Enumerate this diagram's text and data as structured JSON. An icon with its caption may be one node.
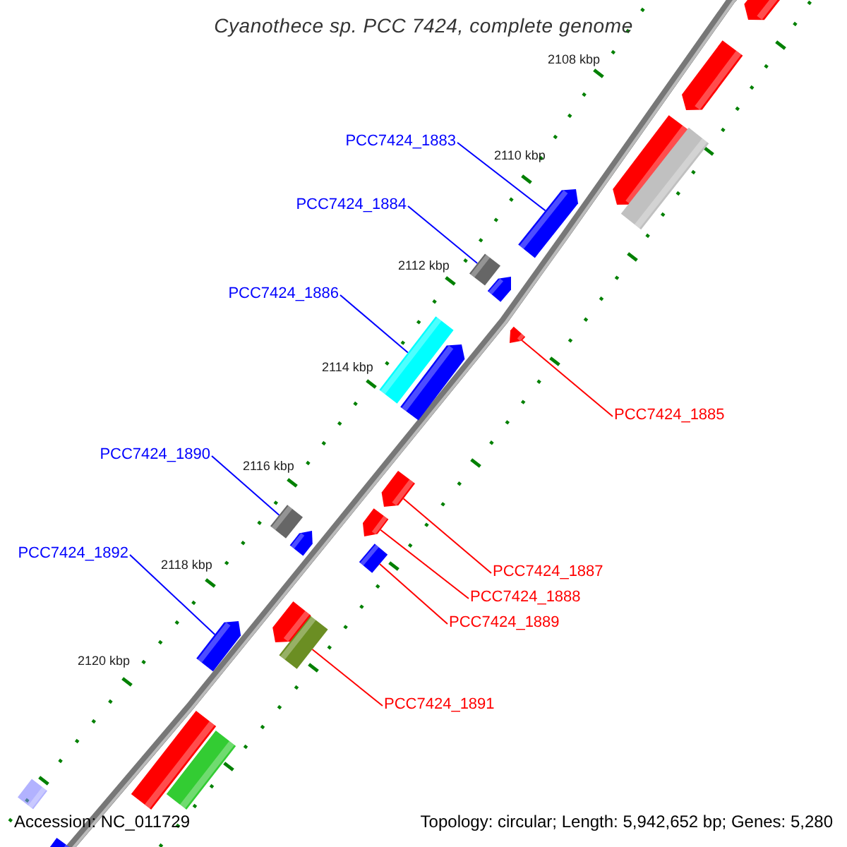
{
  "diagram": {
    "title": "Cyanothece sp. PCC 7424, complete genome",
    "nodes": [
      {
        "text": [
          "PCC7424_1883"
        ]
      },
      {
        "text": [],
        "shape": "arrow"
      },
      {
        "text": [
          "PCC7424_1884"
        ]
      },
      {
        "text": [],
        "shape": "bar"
      },
      {
        "text": [
          "PCC7424_1885"
        ]
      },
      {
        "text": [],
        "shape": "arrow"
      },
      {
        "text": [
          "PCC7424_1886"
        ]
      },
      {
        "text": [],
        "shape": "bar"
      },
      {
        "text": [
          "PCC7424_1887"
        ]
      },
      {
        "text": [],
        "shape": "arrow"
      },
      {
        "text": [
          "PCC7424_1888"
        ]
      },
      {
        "text": [],
        "shape": "arrow"
      },
      {
        "text": [
          "PCC7424_1889"
        ]
      },
      {
        "text": [],
        "shape": "bar"
      },
      {
        "text": [
          "PCC7424_1890"
        ]
      },
      {
        "text": [],
        "shape": "bar"
      },
      {
        "text": [
          "PCC7424_1891"
        ]
      },
      {
        "text": [],
        "shape": "bar"
      },
      {
        "text": [
          "PCC7424_1892"
        ]
      },
      {
        "text": [],
        "shape": "arrow"
      },
      {
        "text": [],
        "shape": "arrow"
      },
      {
        "text": [],
        "shape": "arrow"
      },
      {
        "text": [],
        "shape": "arrow"
      },
      {
        "text": [],
        "shape": "arrow"
      },
      {
        "text": [],
        "shape": "arrow"
      },
      {
        "text": [],
        "shape": "arrow"
      },
      {
        "text": [],
        "shape": "arrow"
      },
      {
        "text": [],
        "shape": "bar"
      },
      {
        "text": [],
        "shape": "bar"
      },
      {
        "text": [],
        "shape": "bar"
      },
      {
        "text": [],
        "shape": "bar"
      },
      {
        "text": [],
        "shape": "bar"
      }
    ],
    "edges": [
      {
        "from": 0,
        "to": 1,
        "arrow": "none"
      },
      {
        "from": 2,
        "to": 3,
        "arrow": "none"
      },
      {
        "from": 4,
        "to": 5,
        "arrow": "none",
        "color": "#ff0000"
      },
      {
        "from": 6,
        "to": 7,
        "arrow": "none"
      },
      {
        "from": 8,
        "to": 9,
        "arrow": "none",
        "color": "#ff0000"
      },
      {
        "from": 10,
        "to": 11,
        "arrow": "none",
        "color": "#ff0000"
      },
      {
        "from": 12,
        "to": 13,
        "arrow": "none",
        "color": "#ff0000"
      },
      {
        "from": 14,
        "to": 15,
        "arrow": "none"
      },
      {
        "from": 16,
        "to": 17,
        "arrow": "none",
        "color": "#ff0000"
      },
      {
        "from": 18,
        "to": 19,
        "arrow": "none"
      }
    ],
    "labels": [
      "2108 kbp",
      "2110 kbp",
      "2112 kbp",
      "2114 kbp",
      "2116 kbp",
      "2118 kbp",
      "2120 kbp",
      "Accession: NC_011729",
      "Topology: circular; Length: 5,942,652 bp; Genes: 5,280"
    ]
  }
}
